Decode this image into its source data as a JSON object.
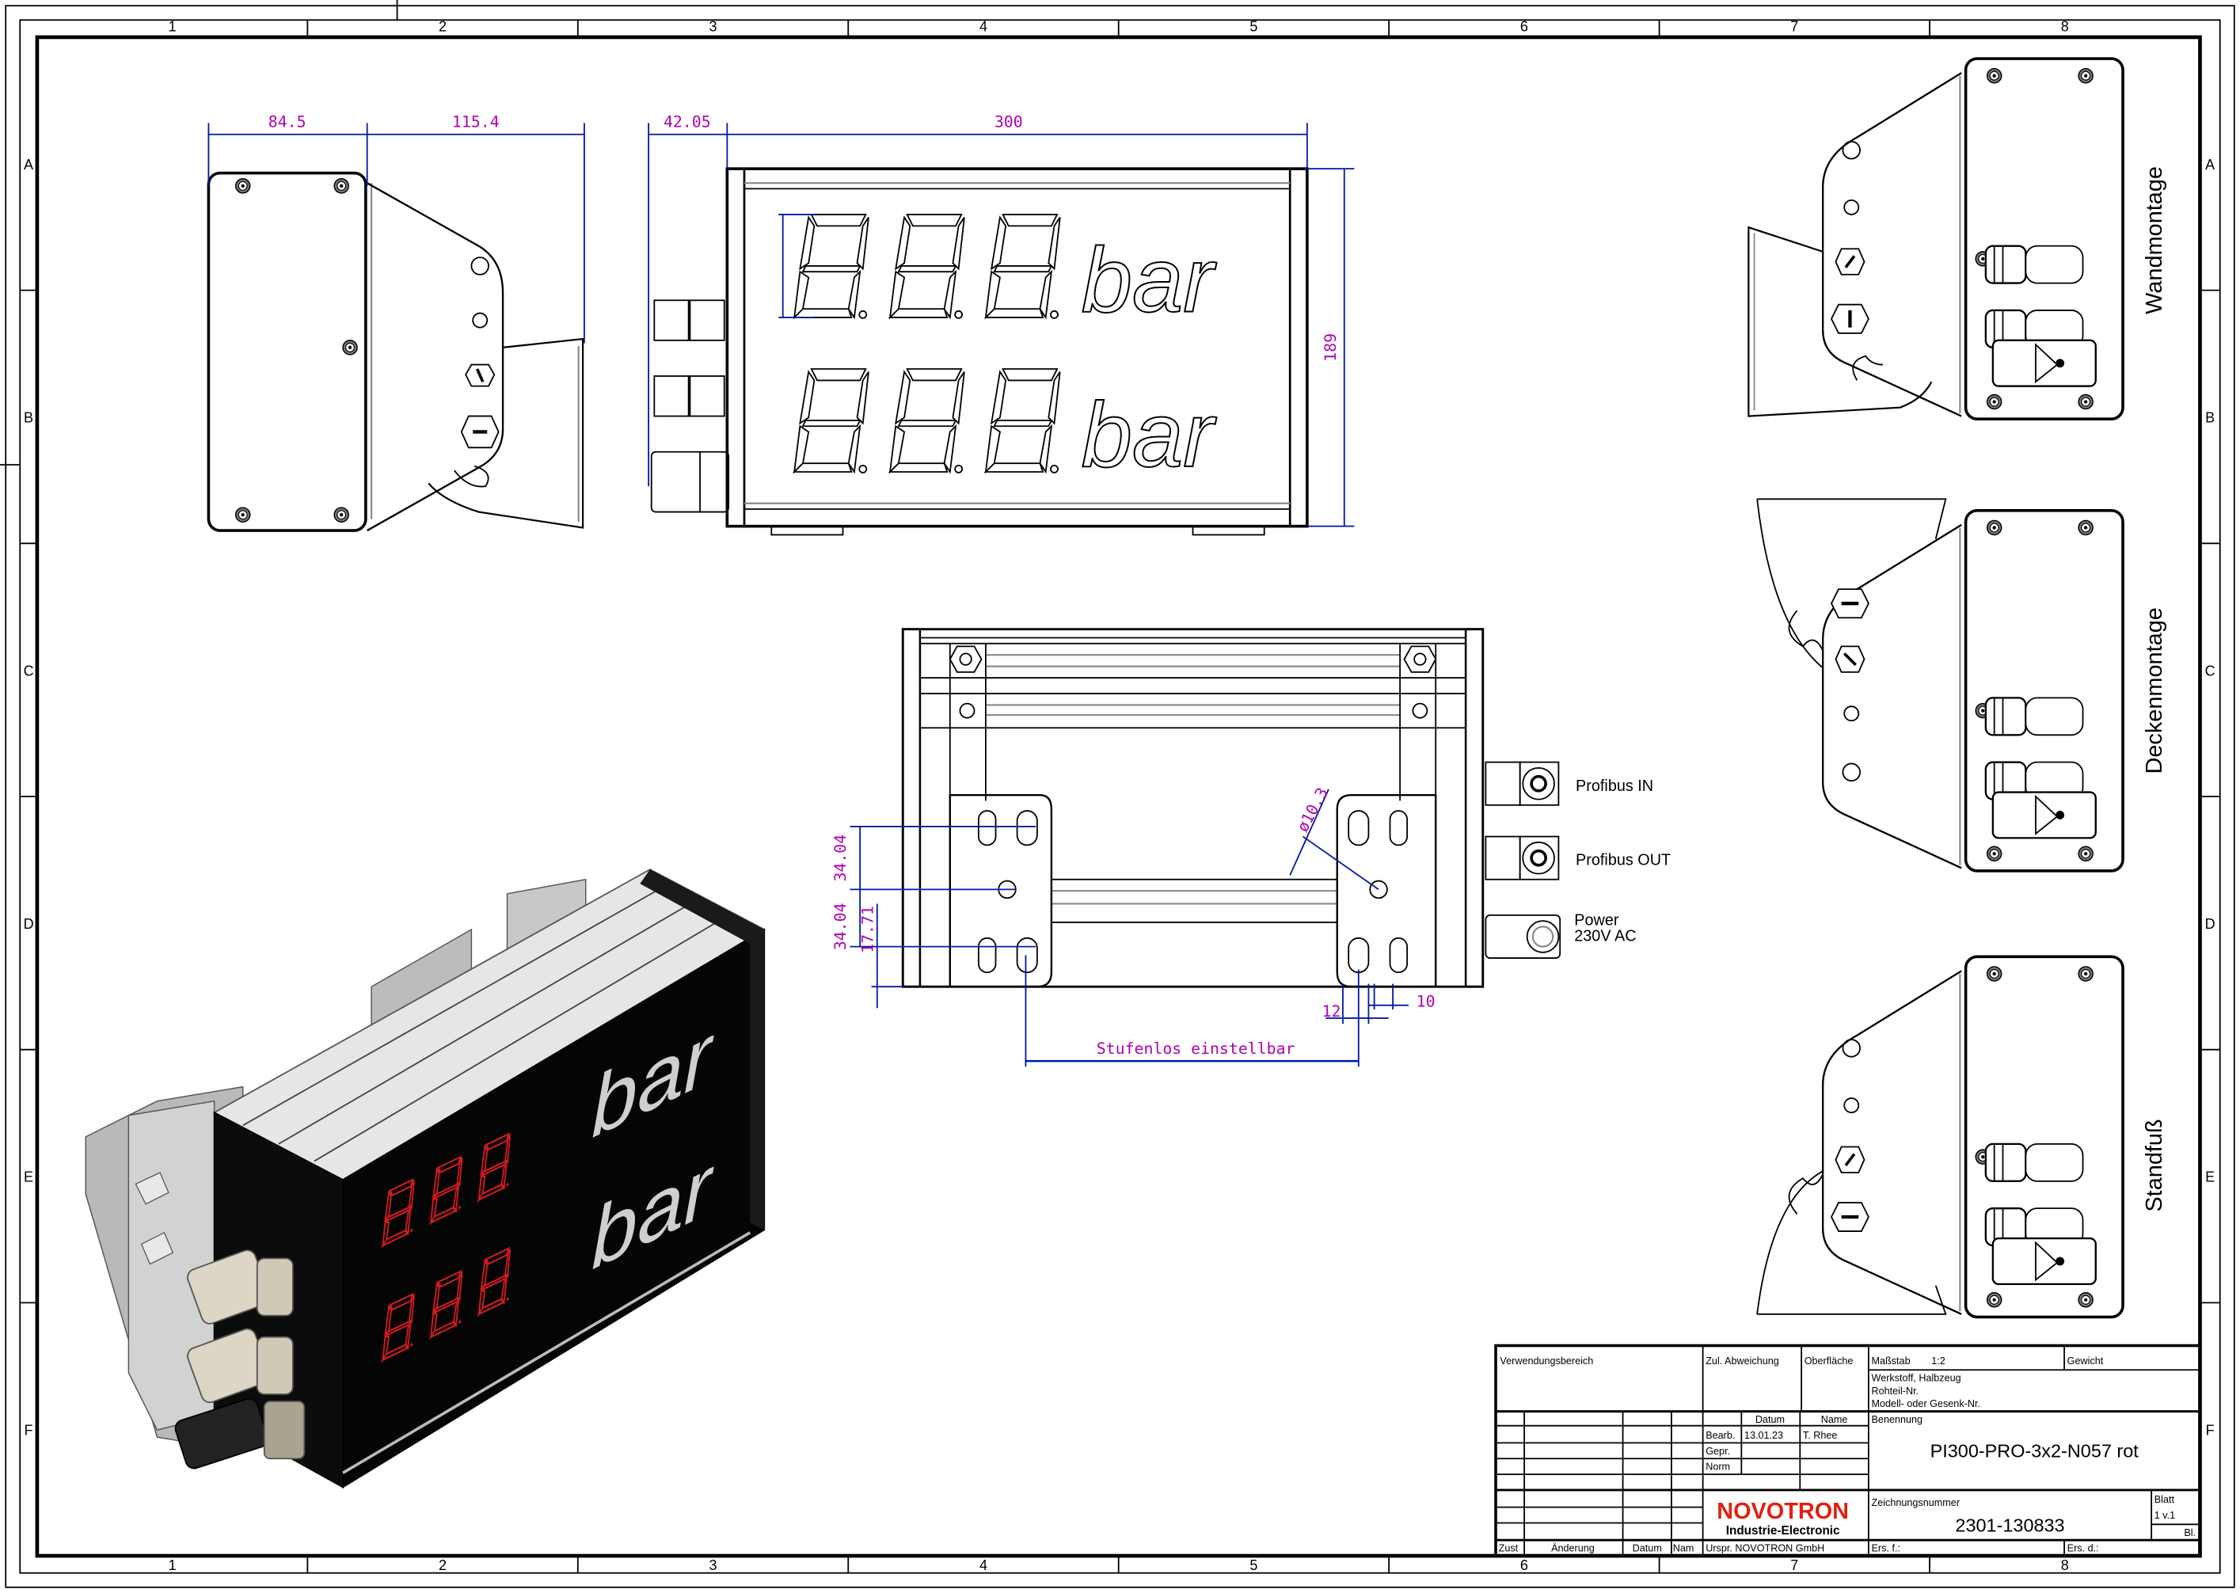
{
  "frame": {
    "columns": [
      "1",
      "2",
      "3",
      "4",
      "5",
      "6",
      "7",
      "8"
    ],
    "rows": [
      "A",
      "B",
      "C",
      "D",
      "E",
      "F"
    ]
  },
  "views": {
    "side_view": {
      "dims": [
        "84.5",
        "115.4"
      ]
    },
    "front_view": {
      "dims": [
        "42.05",
        "300",
        "189"
      ],
      "unit_labels": [
        "bar",
        "bar"
      ]
    },
    "rear_view": {
      "dims": [
        "34.04",
        "34.04",
        "17.71",
        "ø10.3",
        "12",
        "10"
      ],
      "adjust_label": "Stufenlos einstellbar",
      "connectors": [
        "Profibus IN",
        "Profibus OUT",
        "Power",
        "230V AC"
      ]
    },
    "iso_view": {
      "unit_labels": [
        "bar",
        "bar"
      ],
      "digit_color": "#c8141a",
      "panel_color": "#0a0a0a"
    },
    "mount_views": [
      "Wandmontage",
      "Deckenmontage",
      "Standfuß"
    ]
  },
  "title_block": {
    "verwendungsbereich": "Verwendungsbereich",
    "zul_abweichung": "Zul. Abweichung",
    "oberflaeche": "Oberfläche",
    "massstab_label": "Maßstab",
    "massstab_value": "1:2",
    "gewicht": "Gewicht",
    "werkstoff": "Werkstoff, Halbzeug",
    "rohteil": "Rohteil-Nr.",
    "modell": "Modell- oder Gesenk-Nr.",
    "datum_header": "Datum",
    "name_header": "Name",
    "bearb_label": "Bearb.",
    "bearb_date": "13.01.23",
    "bearb_name": "T. Rhee",
    "gepr_label": "Gepr.",
    "norm_label": "Norm",
    "benennung_label": "Benennung",
    "benennung_value": "PI300-PRO-3x2-N057 rot",
    "logo_main": "NOVOTRON",
    "logo_sub": "Industrie-Electronic",
    "zeichnungsnummer_label": "Zeichnungsnummer",
    "zeichnungsnummer_value": "2301-130833",
    "blatt_label": "Blatt",
    "blatt_value": "1 v.1",
    "bl_label": "Bl.",
    "zust": "Zust",
    "aenderung": "Änderung",
    "datum": "Datum",
    "nam": "Nam",
    "ursprung": "Urspr.  NOVOTRON GmbH",
    "ers_f": "Ers. f.:",
    "ers_d": "Ers. d.:",
    "brand_color": "#e02010"
  }
}
